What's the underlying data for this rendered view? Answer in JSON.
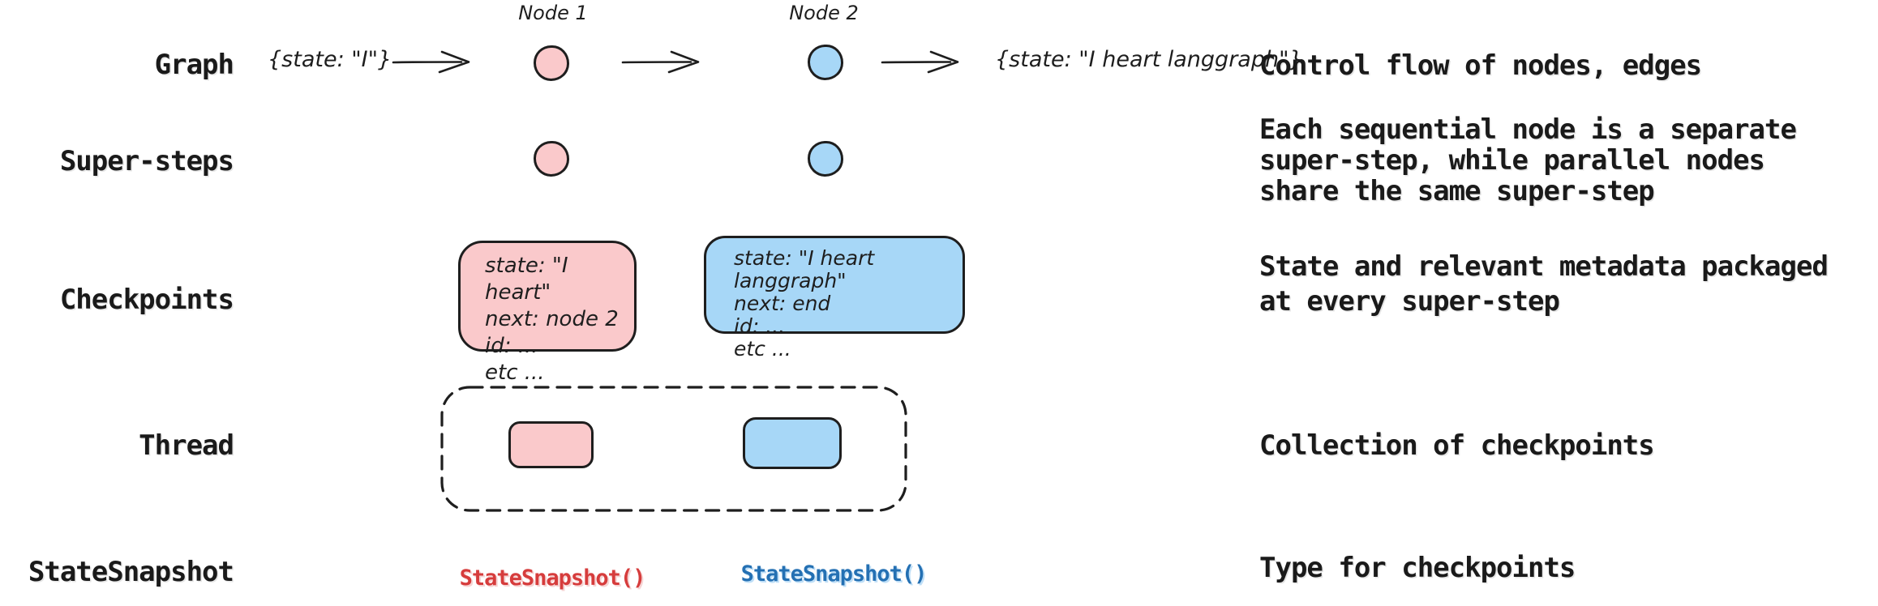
{
  "colors": {
    "background": "#ffffff",
    "stroke": "#1e1e1e",
    "text": "#1a1a1a",
    "pink_fill": "#fac9cb",
    "blue_fill": "#a7d7f7",
    "red_code": "#d63c3c",
    "blue_code": "#2470b3"
  },
  "rows": {
    "graph": {
      "label": "Graph",
      "description": "Control flow of nodes, edges"
    },
    "super_steps": {
      "label": "Super-steps",
      "description": "Each sequential node is a separate\nsuper-step, while parallel nodes\nshare the same super-step"
    },
    "checkpoints": {
      "label": "Checkpoints",
      "description": "State and relevant metadata packaged\nat every super-step"
    },
    "thread": {
      "label": "Thread",
      "description": "Collection of checkpoints"
    },
    "state_snapshot": {
      "label": "StateSnapshot",
      "description": "Type for checkpoints"
    }
  },
  "graph_row": {
    "node1_label": "Node 1",
    "node2_label": "Node 2",
    "input_state": "{state: \"I\"}",
    "output_state": "{state: \"I heart langgraph\"}"
  },
  "checkpoints_row": {
    "pink_box_text": "state: \"I heart\"\nnext: node 2\nid: ...\netc ...",
    "blue_box_text": "state: \"I heart langgraph\"\nnext: end\nid: ...\netc ..."
  },
  "state_snapshot_row": {
    "pink_code": "StateSnapshot()",
    "blue_code": "StateSnapshot()"
  }
}
